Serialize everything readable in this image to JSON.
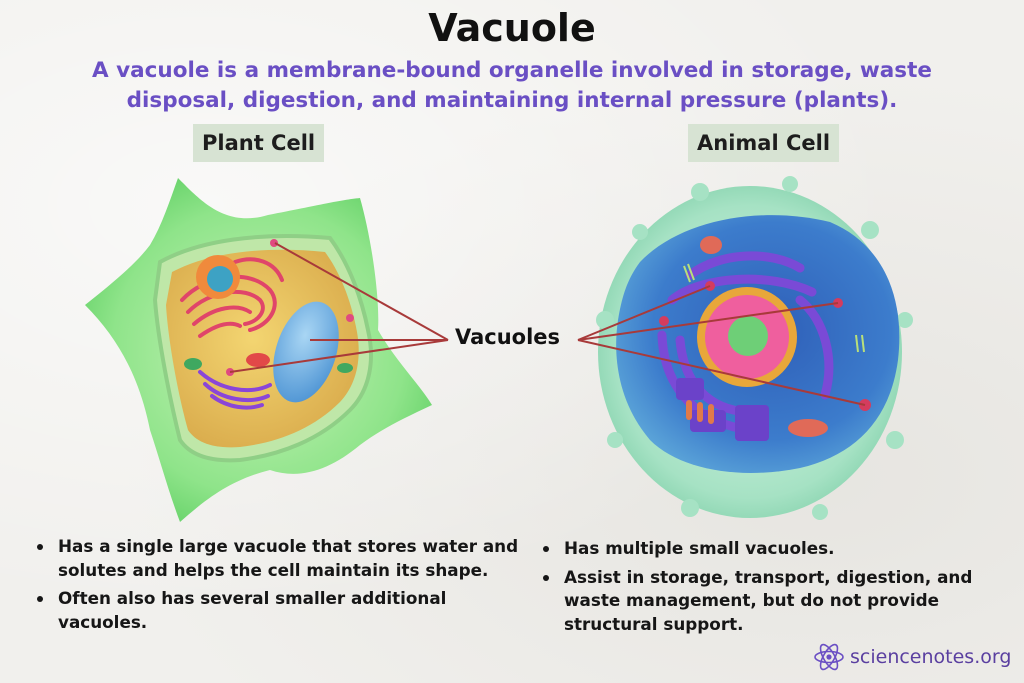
{
  "header": {
    "title": "Vacuole",
    "subtitle": "A vacuole is a membrane-bound organelle involved in storage, waste disposal, digestion, and maintaining internal pressure (plants)."
  },
  "plant": {
    "label": "Plant Cell",
    "facts": [
      "Has a single large vacuole that stores water and solutes and helps the cell maintain its shape.",
      "Often also has several smaller additional vacuoles."
    ]
  },
  "animal": {
    "label": "Animal Cell",
    "facts": [
      "Has multiple small vacuoles.",
      "Assist in storage, transport, digestion, and waste management, but do not provide structural support."
    ]
  },
  "callout": {
    "label": "Vacuoles"
  },
  "brand": {
    "text": "sciencenotes.org",
    "icon": "atom-icon"
  },
  "colors": {
    "subtitle": "#6a4fc4",
    "label_bg": "#d7e3d3",
    "pointer_line": "#a83a3a",
    "plant_wall": "#7ddc7c",
    "plant_cytoplasm": "#e7c35c",
    "plant_vacuole": "#6fb0e0",
    "animal_membrane": "#a8e6c6",
    "animal_cytoplasm": "#3f79c6",
    "nucleus": "#ef5f9e",
    "golgi": "#7a4ad6"
  }
}
